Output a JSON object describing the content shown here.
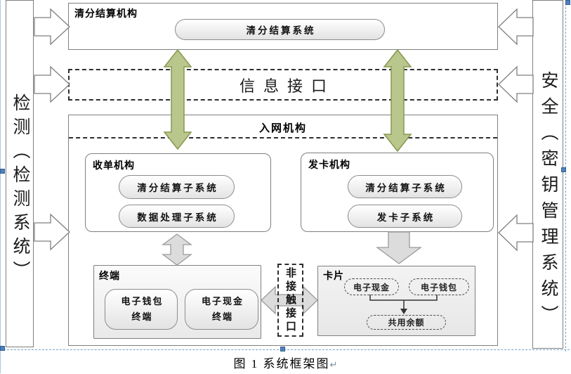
{
  "figure": {
    "caption": "图 1 系统框架图",
    "caption_mark": "↵"
  },
  "side_bars": {
    "left": "检测（检测系统）",
    "right": "安全（密钥管理系统）"
  },
  "clearing_org": {
    "title": "清分结算机构",
    "system": "清分结算系统"
  },
  "info_interface": {
    "label": "信息接口"
  },
  "network_org": {
    "title": "入网机构"
  },
  "acquirer": {
    "title": "收单机构",
    "subsystems": [
      "清分结算子系统",
      "数据处理子系统"
    ]
  },
  "issuer": {
    "title": "发卡机构",
    "subsystems": [
      "清分结算子系统",
      "发卡子系统"
    ]
  },
  "terminal": {
    "title": "终端",
    "units": [
      {
        "line1": "电子钱包",
        "line2": "终端"
      },
      {
        "line1": "电子现金",
        "line2": "终端"
      }
    ]
  },
  "contactless_interface": {
    "label": "非接触接口"
  },
  "card": {
    "title": "卡片",
    "ecash": "电子现金",
    "ewallet": "电子钱包",
    "shared_balance": "共用余额"
  },
  "colors": {
    "green_arrow_fill": "#b9c78d",
    "green_arrow_stroke": "#87974f",
    "gray_arrow_fill": "#dcdcdc",
    "gray_arrow_stroke": "#9a9a9a",
    "white_arrow_fill": "#ffffff",
    "shape_stroke": "#7f7f7f",
    "connector_color": "#333333",
    "handle_blue": "#4f81bd"
  }
}
